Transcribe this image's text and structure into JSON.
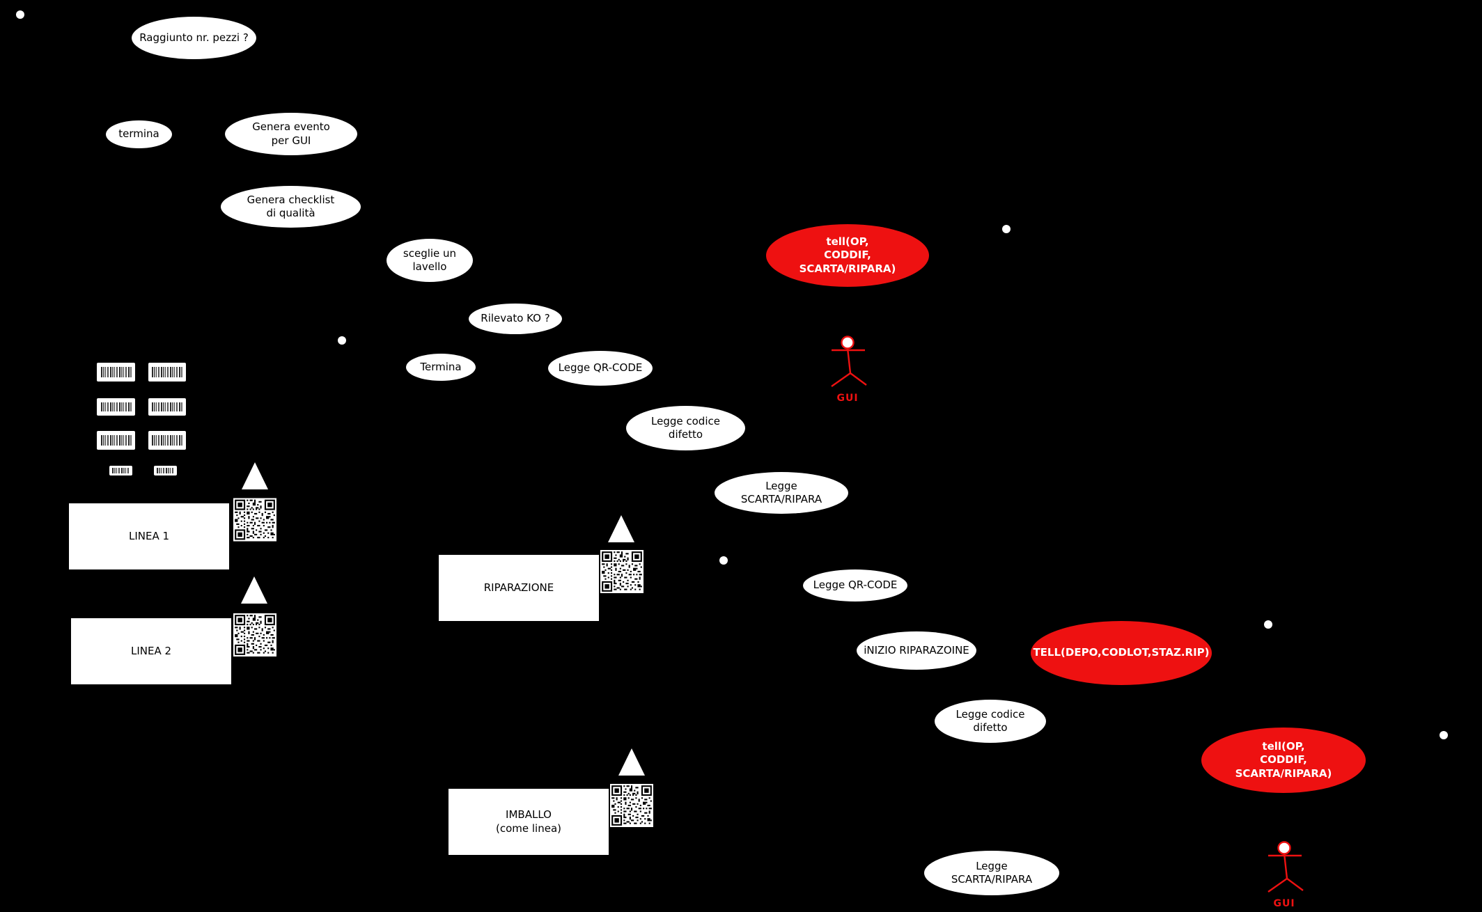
{
  "colors": {
    "background": "#000000",
    "node_fill": "#ffffff",
    "node_text": "#000000",
    "message_fill": "#ee1111",
    "message_text": "#ffffff",
    "actor_accent": "#ee1111"
  },
  "icons": {
    "qr_code": "qr-code-icon",
    "barcode": "barcode-icon",
    "arrowhead": "triangle-up-icon",
    "node_dot": "node-dot-icon",
    "actor": "stick-figure-icon"
  },
  "diagram": {
    "activities": [
      {
        "label": "Raggiunto nr. pezzi ?"
      },
      {
        "label": "termina"
      },
      {
        "label": "Genera evento\nper GUI"
      },
      {
        "label": "Genera checklist\ndi qualità"
      },
      {
        "label": "sceglie un\nlavello"
      },
      {
        "label": "Rilevato KO ?"
      },
      {
        "label": "Termina"
      },
      {
        "label": "Legge QR-CODE"
      },
      {
        "label": "Legge codice\ndifetto"
      },
      {
        "label": "Legge\nSCARTA/RIPARA"
      },
      {
        "label": "Legge QR-CODE"
      },
      {
        "label": "iNIZIO RIPARAZOINE"
      },
      {
        "label": "Legge codice\ndifetto"
      },
      {
        "label": "Legge\nSCARTA/RIPARA"
      }
    ],
    "messages": [
      {
        "label": "tell(OP,\nCODDIF,\nSCARTA/RIPARA)"
      },
      {
        "label": "TELL(DEPO,CODLOT,STAZ.RIP)"
      },
      {
        "label": "tell(OP,\nCODDIF,\nSCARTA/RIPARA)"
      }
    ],
    "stations": [
      {
        "label": "LINEA 1"
      },
      {
        "label": "LINEA 2"
      },
      {
        "label": "RIPARAZIONE"
      },
      {
        "label": "IMBALLO\n(come linea)"
      }
    ],
    "actors": [
      {
        "label": "GUI"
      },
      {
        "label": "GUI"
      }
    ]
  }
}
